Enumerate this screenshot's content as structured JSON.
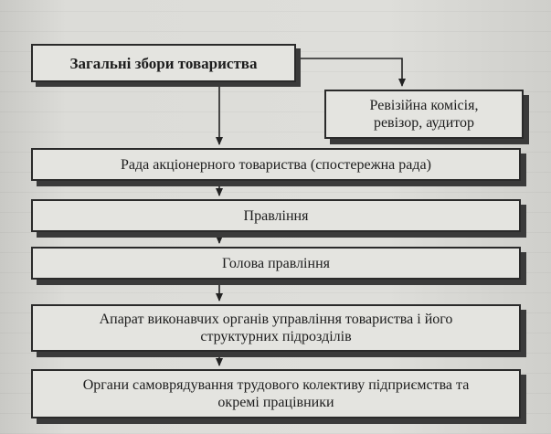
{
  "nodes": {
    "general_meeting": "Загальні збори товариства",
    "audit_commission": [
      "Ревізійна комісія,",
      "ревізор, аудитор"
    ],
    "supervisory_board": "Рада акціонерного товариства (спостережна рада)",
    "management_board": "Правління",
    "board_chairman": "Голова правління",
    "executive_apparatus": [
      "Апарат виконавчих органів управління товариства і його",
      "структурних підрозділів"
    ],
    "self_government": [
      "Органи самоврядування трудового колективу підприємства  та",
      "окремі працівники"
    ]
  }
}
